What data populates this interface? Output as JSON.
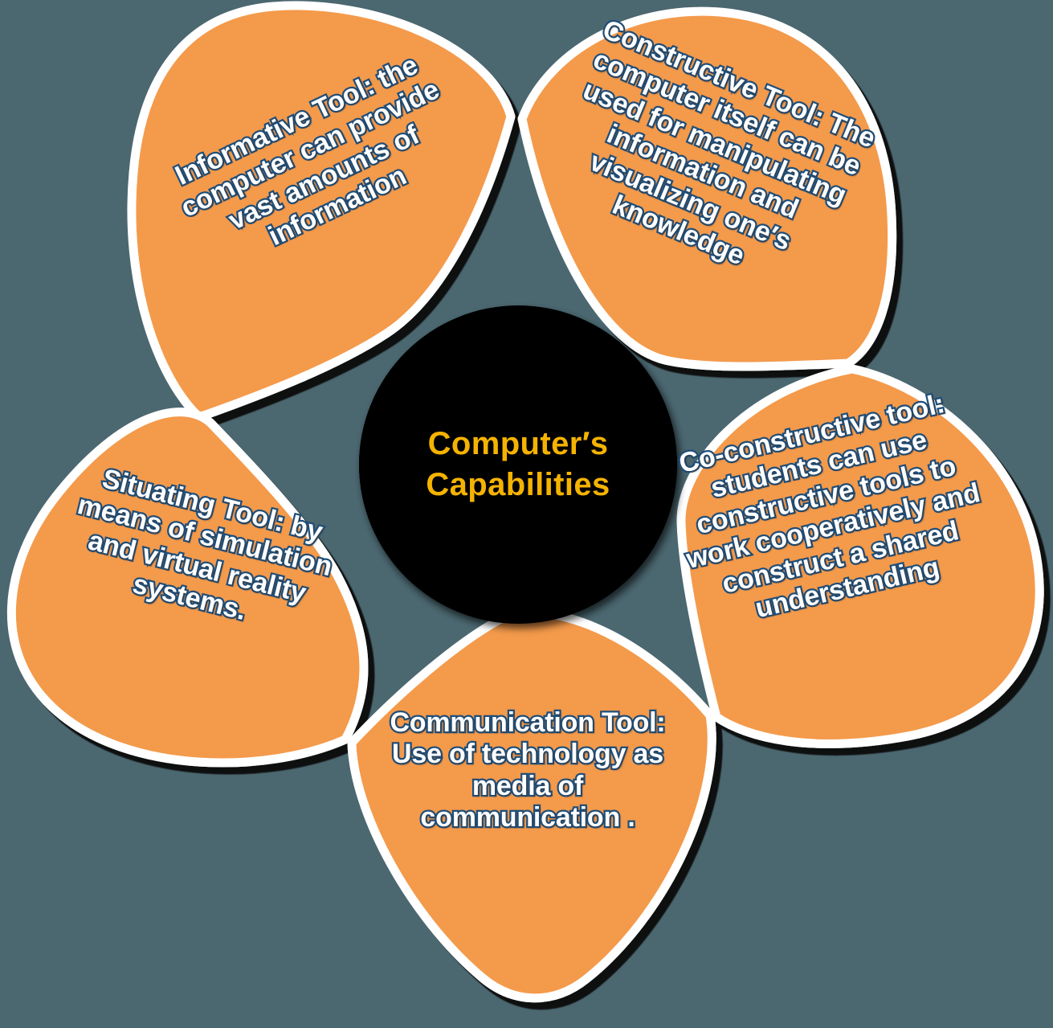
{
  "diagram": {
    "title": "Computer's Capabilities petal diagram",
    "background_color": "#4b6770",
    "petal_fill_color": "#f49a4c",
    "petal_border_color": "#ffffff",
    "petal_shadow_color": "#0d0d0d",
    "center_fill_color": "#000000",
    "center_text_color": "#f5b301",
    "label_text_color": "#ffffff",
    "label_outline_color": "#1f4e79"
  },
  "center": {
    "label": "Computer′s\nCapabilities"
  },
  "petals": [
    {
      "id": "informative",
      "name": "Informative Tool",
      "text": "Informative Tool: the\ncomputer can provide\nvast amounts of\ninformation",
      "position": "top-left",
      "rotation_deg": -25.5
    },
    {
      "id": "constructive",
      "name": "Constructive Tool",
      "text": "Constructive Tool: The\ncomputer itself can be\nused for manipulating\ninformation and\nvisualizing one′s\nknowledge",
      "position": "top-right",
      "rotation_deg": 22.5
    },
    {
      "id": "co-constructive",
      "name": "Co-constructive tool",
      "text": "Co-constructive tool:\nstudents can use\nconstructive tools to\nwork cooperatively and\nconstruct a shared\nunderstanding",
      "position": "right",
      "rotation_deg": -13
    },
    {
      "id": "communication",
      "name": "Communication Tool",
      "text": "Communication Tool:\nUse of technology as\nmedia of\ncommunication .",
      "position": "bottom",
      "rotation_deg": 0
    },
    {
      "id": "situating",
      "name": "Situating Tool",
      "text": "Situating Tool: by\nmeans of simulation\nand virtual reality\nsystems.",
      "position": "left",
      "rotation_deg": 14
    }
  ]
}
